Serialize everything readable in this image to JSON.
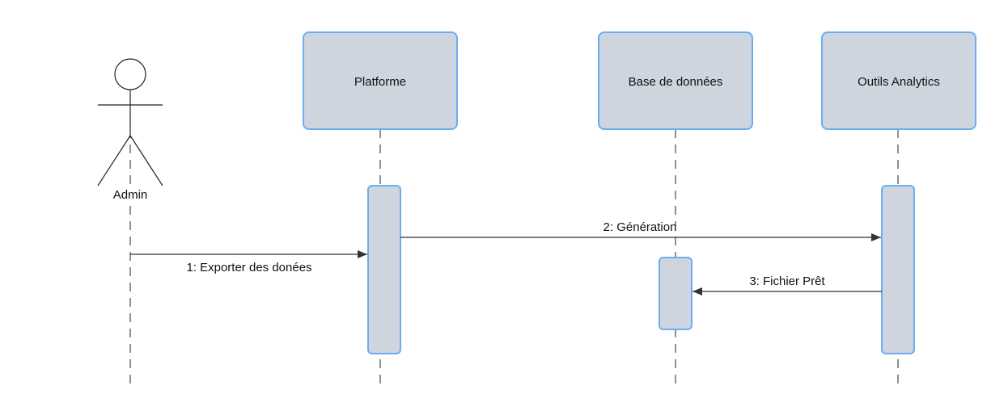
{
  "actor": {
    "name": "Admin"
  },
  "participants": [
    {
      "id": "platform",
      "name": "Platforme"
    },
    {
      "id": "database",
      "name": "Base de données"
    },
    {
      "id": "analytics",
      "name": "Outils Analytics"
    }
  ],
  "messages": [
    {
      "label": "1: Exporter des donées",
      "from": "Admin",
      "to": "Platforme"
    },
    {
      "label": "2: Génération",
      "from": "Platforme",
      "to": "Outils Analytics"
    },
    {
      "label": "3: Fichier Prêt",
      "from": "Outils Analytics",
      "to": "Base de données"
    }
  ],
  "colors": {
    "box_fill": "#cfd5de",
    "box_border": "#6aaef2",
    "line": "#333333"
  }
}
